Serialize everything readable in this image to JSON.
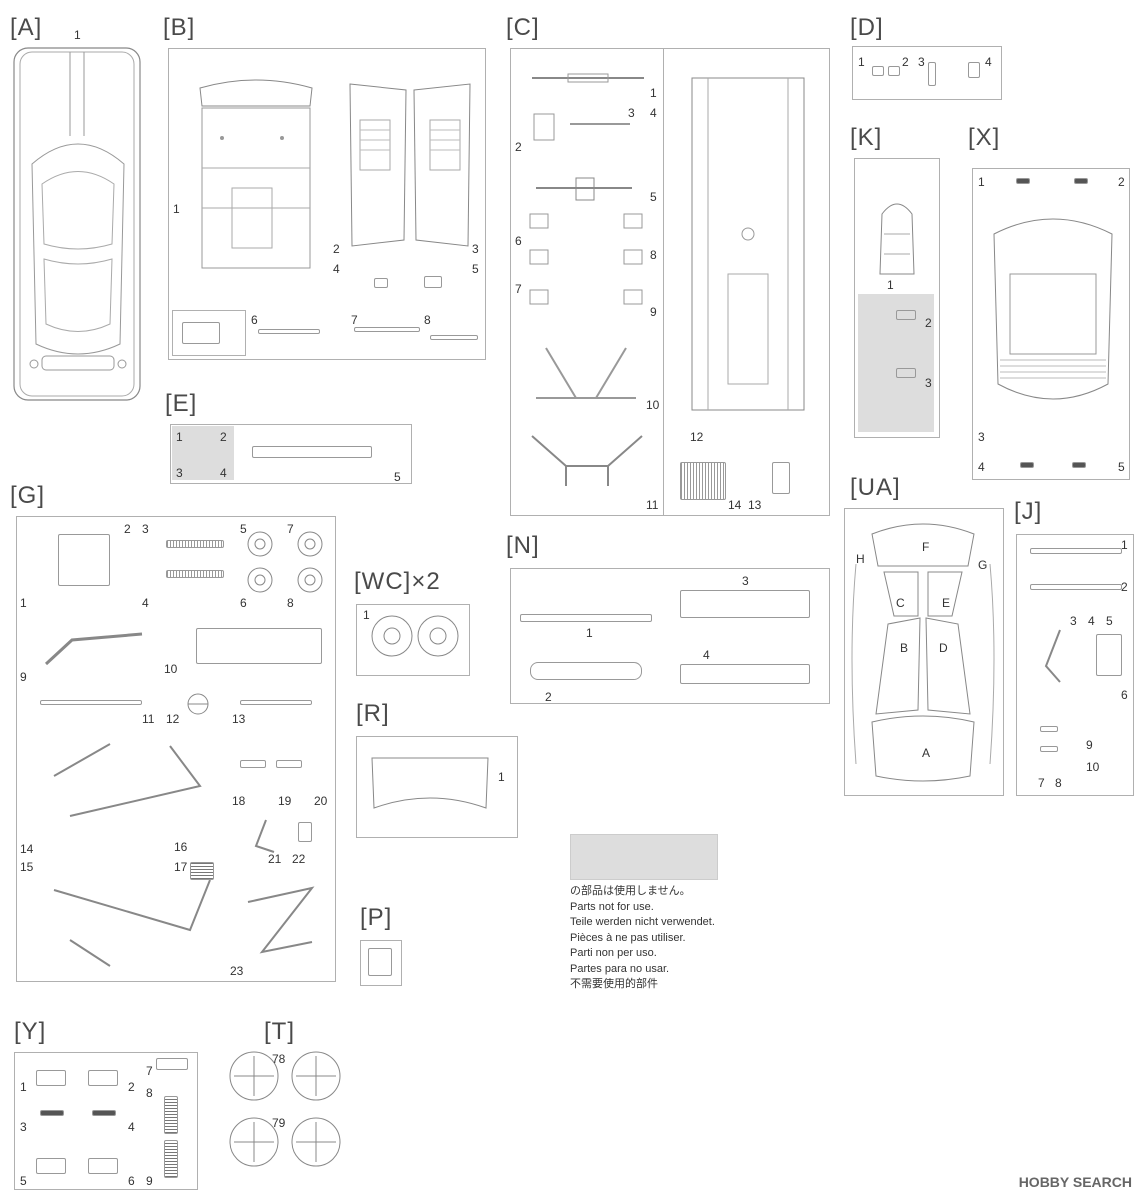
{
  "labels": {
    "A": "[A]",
    "B": "[B]",
    "C": "[C]",
    "D": "[D]",
    "K": "[K]",
    "X": "[X]",
    "E": "[E]",
    "G": "[G]",
    "N": "[N]",
    "WC": "[WC]×2",
    "UA": "[UA]",
    "J": "[J]",
    "R": "[R]",
    "P": "[P]",
    "Y": "[Y]",
    "T": "[T]"
  },
  "legend": {
    "jp": "の部品は使用しません。",
    "en": "Parts not for use.",
    "de": "Teile werden nicht verwendet.",
    "fr": "Pièces à ne pas utiliser.",
    "it": "Parti non per uso.",
    "es": "Partes para no usar.",
    "zh": "不需要使用的部件"
  },
  "watermark": "HOBBY SEARCH",
  "colors": {
    "line": "#999999",
    "unused": "#dddddd",
    "text": "#333333"
  }
}
